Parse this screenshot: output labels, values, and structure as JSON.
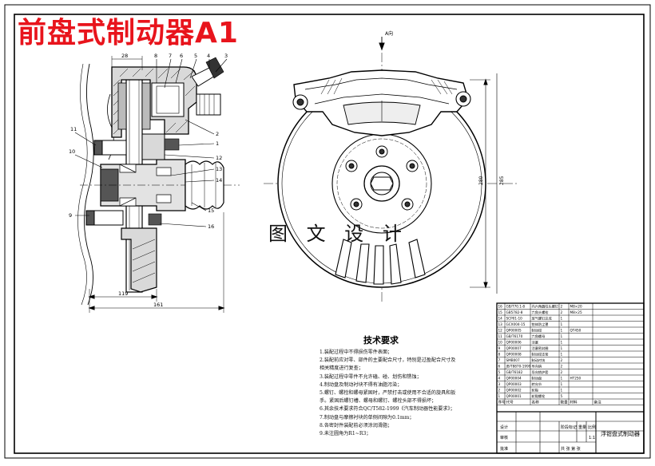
{
  "title": "前盘式制动器A1",
  "watermark": "图 文 设 计",
  "tech_requirements": {
    "heading": "技术要求",
    "items": [
      "1.装配过程中不得损伤零件表面；",
      "2.装配前应对零、部件的主要配合尺寸，特别是过盈配合尺寸及",
      "相关精度进行复查；",
      "3.装配过程中零件不允许磕、碰、划伤和锈蚀；",
      "4.制动盘及制动衬块不得有油脂污染；",
      "5.螺钉、螺栓和螺母紧固时，严禁打击或使用不合适的旋具和扳",
      "手。紧固后螺钉槽、螺母和螺钉、螺栓头部不得损坏；",
      "6.其余技术要求符合QC/T582-1999《汽车制动器性能要求》；",
      "7.制动盘与摩擦衬块的单侧间隙为0.1mm；",
      "8.各密封件装配前必须涂润滑脂；",
      "9.未注圆角为R1~R3；"
    ]
  },
  "section_view": {
    "part_numbers": [
      "11",
      "10",
      "9",
      "8",
      "7",
      "6",
      "5",
      "4",
      "3",
      "2",
      "1",
      "12",
      "13",
      "14",
      "15",
      "16"
    ],
    "dim_bottom_inner": "119",
    "dim_bottom_outer": "161",
    "dim_top": "28"
  },
  "front_view": {
    "dim_left": "280",
    "dim_right": "285",
    "label_top": "A向"
  },
  "bom_table": {
    "rows": [
      [
        "16",
        "GB/T70.1-8",
        "内六角圆柱头螺钉",
        "2",
        "M8×20",
        ""
      ],
      [
        "15",
        "GB5782-8",
        "六角头螺栓",
        "2",
        "M8×25",
        ""
      ],
      [
        "14",
        "SCP01-10",
        "放气螺钉总成",
        "1",
        "",
        ""
      ],
      [
        "13",
        "GCX004-15",
        "钳体防尘罩",
        "1",
        "",
        ""
      ],
      [
        "12",
        "QP00005",
        "制动钳",
        "1",
        "QT450",
        ""
      ],
      [
        "11",
        "GB/T6170",
        "六角螺母",
        "1",
        "",
        ""
      ],
      [
        "10",
        "QP00006",
        "活塞",
        "1",
        "",
        ""
      ],
      [
        "9",
        "QP00007",
        "活塞密封圈",
        "1",
        "",
        ""
      ],
      [
        "8",
        "QP00008",
        "制动钳支架",
        "1",
        "",
        ""
      ],
      [
        "7",
        "SMB007",
        "制动衬块",
        "2",
        "",
        ""
      ],
      [
        "6",
        "JB/T8870-1999",
        "导向销",
        "2",
        "",
        ""
      ],
      [
        "5",
        "GB/T6182",
        "导向销护套",
        "2",
        "",
        ""
      ],
      [
        "4",
        "QP00004",
        "制动盘",
        "1",
        "HT250",
        ""
      ],
      [
        "3",
        "QP00003",
        "转向节",
        "1",
        "",
        ""
      ],
      [
        "2",
        "QP00002",
        "轮毂",
        "1",
        "",
        ""
      ],
      [
        "1",
        "QP00001",
        "轮毂螺栓",
        "5",
        "",
        ""
      ]
    ],
    "header": [
      "序号",
      "代号",
      "名称",
      "数量",
      "材料",
      "备注"
    ],
    "title_block": {
      "drawing_name": "浮钳盘式制动器",
      "design_label": "设计",
      "check_label": "审核",
      "approve_label": "批准",
      "scale_label": "比例",
      "scale_value": "1:1",
      "stage_label": "阶段标记",
      "weight_label": "重量",
      "sheet_label": "共 张 第 张"
    }
  }
}
